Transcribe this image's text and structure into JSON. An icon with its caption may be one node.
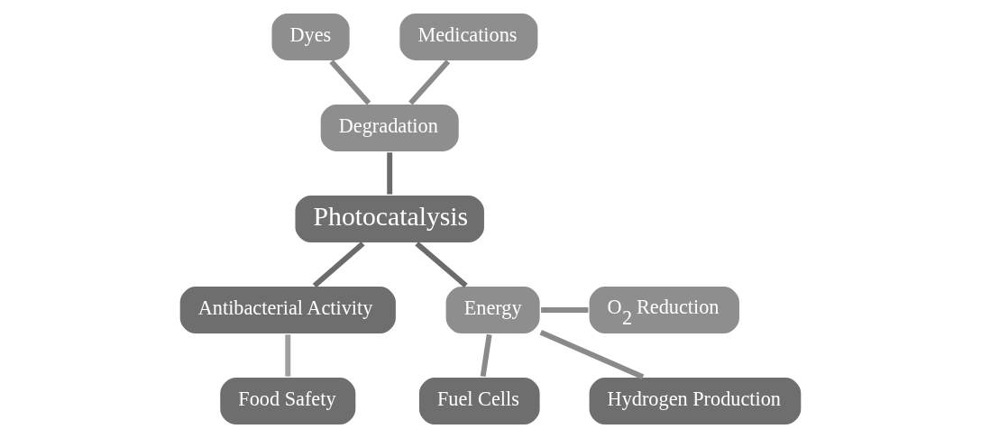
{
  "diagram": {
    "nodes": [
      {
        "text": [
          "Photocatalysis"
        ]
      },
      {
        "text": [
          "Degradation"
        ]
      },
      {
        "text": [
          "Dyes"
        ]
      },
      {
        "text": [
          "Medications"
        ]
      },
      {
        "text": [
          "Antibacterial Activity"
        ]
      },
      {
        "text": [
          "Food Safety"
        ]
      },
      {
        "text": [
          "Energy"
        ]
      },
      {
        "text": [
          "O$_{2}$ Reduction"
        ]
      },
      {
        "text": [
          "Fuel Cells"
        ]
      },
      {
        "text": [
          "Hydrogen Production"
        ]
      }
    ],
    "edges": [
      {
        "from": 1,
        "to": 0,
        "arrow": "none",
        "color": "#6b6b6b"
      },
      {
        "from": 2,
        "to": 1,
        "arrow": "none"
      },
      {
        "from": 3,
        "to": 1,
        "arrow": "none"
      },
      {
        "from": 0,
        "to": 4,
        "arrow": "none",
        "color": "#6b6b6b"
      },
      {
        "from": 4,
        "to": 5,
        "arrow": "none",
        "color": "#9e9e9e"
      },
      {
        "from": 0,
        "to": 6,
        "arrow": "none",
        "color": "#6b6b6b"
      },
      {
        "from": 6,
        "to": 7,
        "arrow": "none"
      },
      {
        "from": 6,
        "to": 8,
        "arrow": "none"
      },
      {
        "from": 6,
        "to": 9,
        "arrow": "none"
      }
    ]
  }
}
